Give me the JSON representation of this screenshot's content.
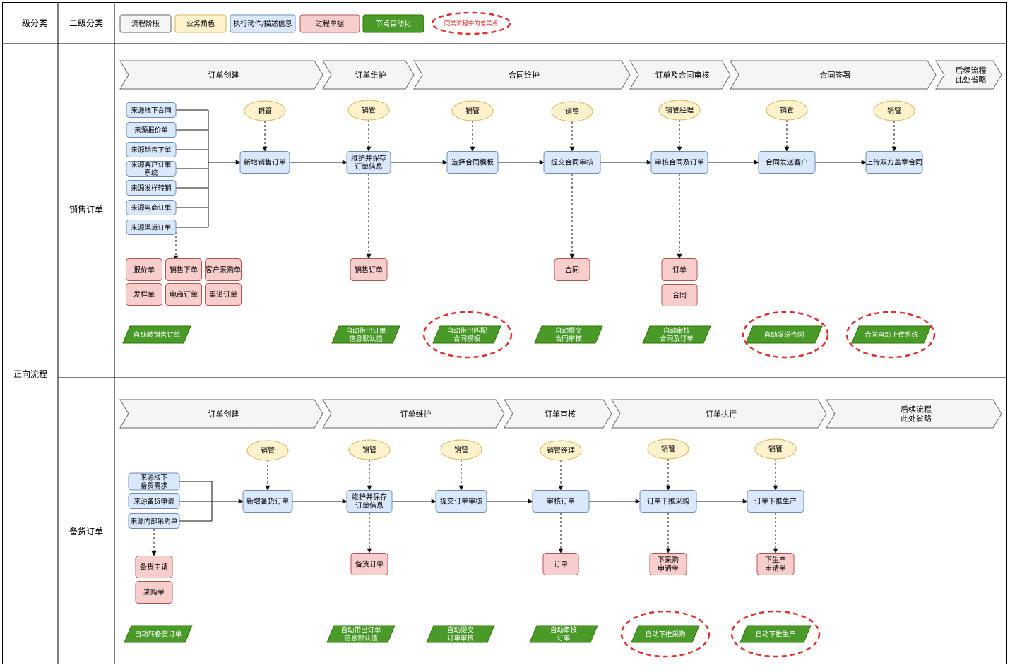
{
  "header": {
    "level1": "一级分类",
    "level2": "二级分类",
    "legend": [
      {
        "label": "流程阶段",
        "kind": "stage",
        "fill": "#f5f5f5",
        "stroke": "#666666"
      },
      {
        "label": "业务角色",
        "kind": "role",
        "fill": "#fff2cc",
        "stroke": "#d6b656"
      },
      {
        "label": "执行动作/描述信息",
        "kind": "action",
        "fill": "#dae8fc",
        "stroke": "#6c8ebf"
      },
      {
        "label": "过程单据",
        "kind": "doc",
        "fill": "#f8cecc",
        "stroke": "#b85450"
      },
      {
        "label": "节点自动化",
        "kind": "auto",
        "fill": "#4a9a2a",
        "stroke": "#2d7600"
      },
      {
        "label": "同类流程中的差异点",
        "kind": "diff",
        "fill": "#ffffff",
        "stroke": "#e03030"
      }
    ]
  },
  "level1_label": "正向流程",
  "sales": {
    "label": "销售订单",
    "stages": [
      "订单创建",
      "订单维护",
      "合同维护",
      "订单及合同审核",
      "合同签署",
      "后续流程\n此处省略"
    ],
    "sources": [
      "来源线下合同",
      "来源报价单",
      "来源销售下单",
      "来源客户订单\n系统",
      "来源发样转销",
      "来源电商订单",
      "来源渠道订单"
    ],
    "source_docs": [
      "报价单",
      "销售下单",
      "客户采购单",
      "发样单",
      "电商订单",
      "渠道订单"
    ],
    "roles": [
      "销管",
      "销管",
      "销管",
      "销管",
      "销管经理",
      "销管",
      "销管"
    ],
    "actions": [
      "新增销售订单",
      "维护并保存\n订单信息",
      "选择合同模板",
      "提交合同审核",
      "审核合同及订单",
      "合同发送客户",
      "上传双方盖章合同"
    ],
    "docs": [
      "销售订单",
      "合同",
      "订单",
      "合同"
    ],
    "autos": [
      "自动转销售订单",
      "自动带出订单\n信息默认值",
      "自动带出匹配\n合同模板",
      "自动提交\n合同审核",
      "自动审核\n合同及订单",
      "自动发送合同",
      "合同自动上传系统"
    ]
  },
  "stock": {
    "label": "备货订单",
    "stages": [
      "订单创建",
      "订单维护",
      "订单审核",
      "订单执行",
      "后续流程\n此处省略"
    ],
    "sources": [
      "来源线下\n备货需求",
      "来源备货申请",
      "来源内部采购单"
    ],
    "source_docs": [
      "备货申请",
      "采购单"
    ],
    "roles": [
      "销管",
      "销管",
      "销管",
      "销管经理",
      "销管",
      "销管"
    ],
    "actions": [
      "新增备货订单",
      "维护并保存\n订单信息",
      "提交订单审核",
      "审核订单",
      "订单下推采购",
      "订单下推生产"
    ],
    "docs": [
      "备货订单",
      "订单",
      "下采购\n申请单",
      "下生产\n申请单"
    ],
    "autos": [
      "自动转备货订单",
      "自动带出订单\n信息默认值",
      "自动提交\n订单审核",
      "自动审核\n订单",
      "自动下推采购",
      "自动下推生产"
    ]
  }
}
